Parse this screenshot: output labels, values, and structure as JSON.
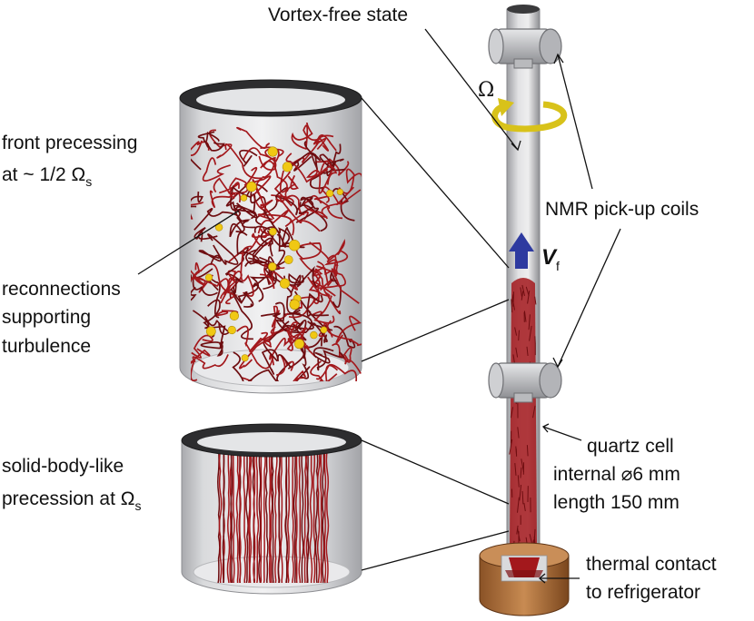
{
  "labels": {
    "vortex_free_state": "Vortex-free state",
    "omega": "Ω",
    "front_precessing_line1": "front precessing",
    "front_precessing_line2_prefix": "at ~ 1/2 Ω",
    "front_precessing_sub": "s",
    "nmr_pickup_coils": "NMR pick-up coils",
    "velocity_symbol": "V",
    "velocity_sub": "f",
    "reconnections_line1": "reconnections",
    "reconnections_line2": "supporting",
    "reconnections_line3": "turbulence",
    "solid_body_line1": "solid-body-like",
    "solid_body_line2_prefix": "precession at Ω",
    "solid_body_sub": "s",
    "quartz_cell": "quartz cell",
    "internal_diameter": "internal ⌀6 mm",
    "length": "length 150 mm",
    "thermal_contact_line1": "thermal contact",
    "thermal_contact_line2": "to refrigerator"
  },
  "colors": {
    "vortex_red": "#a3181c",
    "vortex_dark": "#6e0d10",
    "reconnection_yellow": "#f0c814",
    "rotation_arrow": "#e6d21e",
    "flow_arrow": "#2e3aa0",
    "glass": "#d2d3d6",
    "copper": "#b7773f"
  },
  "icons": {
    "rotation": "curved-rotation-arrow-icon",
    "flow": "up-arrow-icon"
  }
}
